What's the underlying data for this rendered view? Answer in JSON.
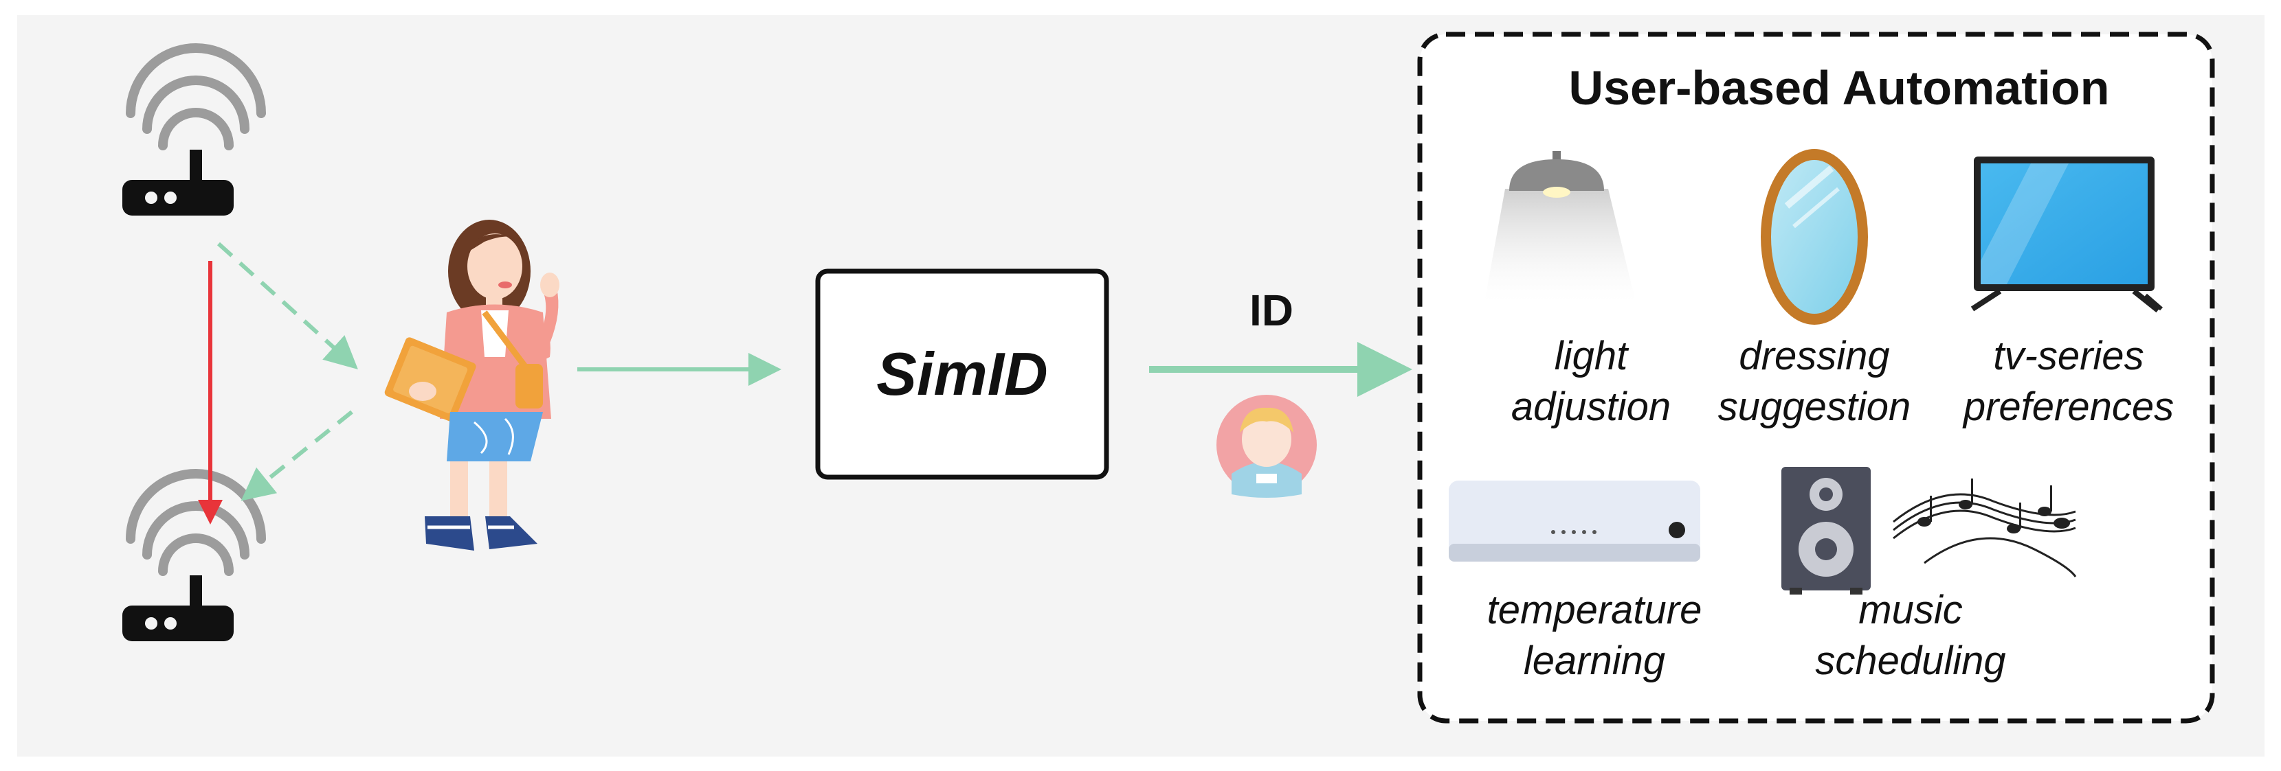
{
  "colors": {
    "background": "#f4f4f4",
    "arrow_green": "#8fd3b0",
    "arrow_red": "#e8343a",
    "router_body": "#111111",
    "wifi_wave": "#9c9c9c"
  },
  "simid_box": {
    "label": "SimID"
  },
  "id_arrow": {
    "label": "ID"
  },
  "automation_panel": {
    "title": "User-based Automation",
    "items": [
      {
        "icon": "lamp-icon",
        "line1": "light",
        "line2": "adjustion"
      },
      {
        "icon": "mirror-icon",
        "line1": "dressing",
        "line2": "suggestion"
      },
      {
        "icon": "tv-icon",
        "line1": "tv-series",
        "line2": "preferences"
      },
      {
        "icon": "air-conditioner-icon",
        "line1": "temperature",
        "line2": "learning"
      },
      {
        "icon": "speaker-icon",
        "line1": "music",
        "line2": "scheduling"
      }
    ]
  }
}
